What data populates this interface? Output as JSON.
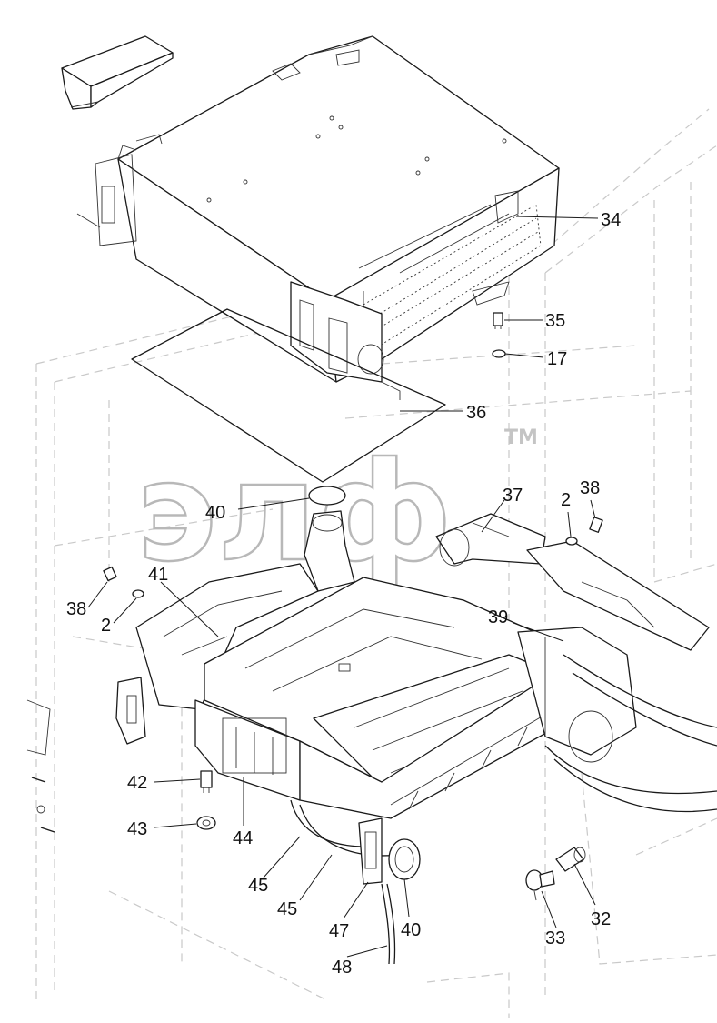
{
  "watermark": {
    "text": "элф",
    "trademark": "TM"
  },
  "callouts": [
    {
      "id": "c34",
      "text": "34"
    },
    {
      "id": "c35",
      "text": "35"
    },
    {
      "id": "c17",
      "text": "17"
    },
    {
      "id": "c36",
      "text": "36"
    },
    {
      "id": "c40a",
      "text": "40"
    },
    {
      "id": "c37",
      "text": "37"
    },
    {
      "id": "c2a",
      "text": "2"
    },
    {
      "id": "c38a",
      "text": "38"
    },
    {
      "id": "c41",
      "text": "41"
    },
    {
      "id": "c38b",
      "text": "38"
    },
    {
      "id": "c2b",
      "text": "2"
    },
    {
      "id": "c39",
      "text": "39"
    },
    {
      "id": "c42",
      "text": "42"
    },
    {
      "id": "c43",
      "text": "43"
    },
    {
      "id": "c44",
      "text": "44"
    },
    {
      "id": "c45a",
      "text": "45"
    },
    {
      "id": "c45b",
      "text": "45"
    },
    {
      "id": "c47",
      "text": "47"
    },
    {
      "id": "c40b",
      "text": "40"
    },
    {
      "id": "c32",
      "text": "32"
    },
    {
      "id": "c33",
      "text": "33"
    },
    {
      "id": "c48",
      "text": "48"
    }
  ]
}
